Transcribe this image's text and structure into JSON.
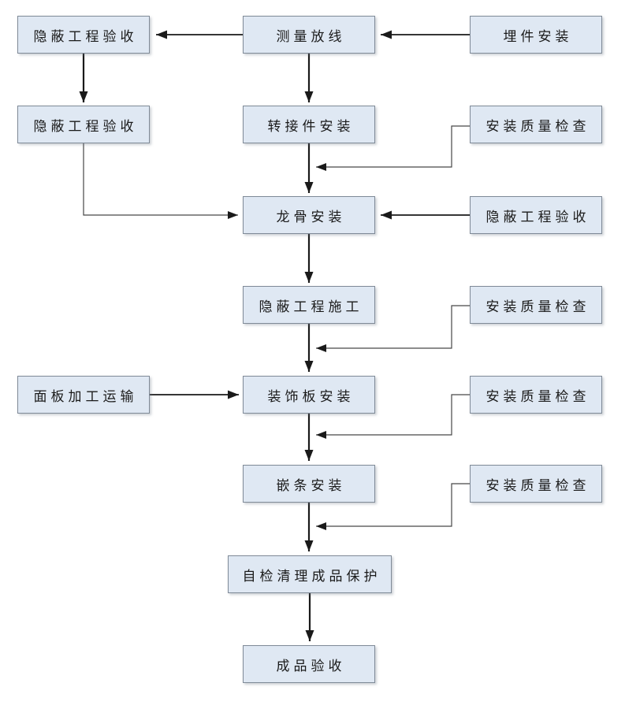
{
  "diagram": {
    "type": "flowchart",
    "language": "zh-CN",
    "background": "#ffffff"
  },
  "colors": {
    "node_fill": "#dfe8f3",
    "node_border": "#7f8a97",
    "node_text": "#1a1a1a",
    "arrow_main": "#1a1a1a",
    "arrow_feedback": "#474747"
  },
  "nodes": [
    {
      "id": 0,
      "label": "隐蔽工程验收"
    },
    {
      "id": 1,
      "label": "测量放线"
    },
    {
      "id": 2,
      "label": "埋件安装"
    },
    {
      "id": 3,
      "label": "隐蔽工程验收"
    },
    {
      "id": 4,
      "label": "转接件安装"
    },
    {
      "id": 5,
      "label": "安装质量检查"
    },
    {
      "id": 6,
      "label": "龙骨安装"
    },
    {
      "id": 7,
      "label": "隐蔽工程验收"
    },
    {
      "id": 8,
      "label": "隐蔽工程施工"
    },
    {
      "id": 9,
      "label": "安装质量检查"
    },
    {
      "id": 10,
      "label": "面板加工运输"
    },
    {
      "id": 11,
      "label": "装饰板安装"
    },
    {
      "id": 12,
      "label": "安装质量检查"
    },
    {
      "id": 13,
      "label": "嵌条安装"
    },
    {
      "id": 14,
      "label": "安装质量检查"
    },
    {
      "id": 15,
      "label": "自检清理成品保护"
    },
    {
      "id": 16,
      "label": "成品验收"
    }
  ],
  "edges": [
    {
      "from": 2,
      "to": 1,
      "style": "straight"
    },
    {
      "from": 1,
      "to": 0,
      "style": "straight"
    },
    {
      "from": 0,
      "to": 3,
      "style": "straight"
    },
    {
      "from": 3,
      "to": 6,
      "style": "elbow"
    },
    {
      "from": 1,
      "to": 4,
      "style": "straight"
    },
    {
      "from": 4,
      "to": 6,
      "style": "straight"
    },
    {
      "from": 5,
      "to": 6,
      "style": "feedback-elbow",
      "note": "joins flow line 转接件安装→龙骨安装"
    },
    {
      "from": 7,
      "to": 6,
      "style": "straight"
    },
    {
      "from": 6,
      "to": 8,
      "style": "straight"
    },
    {
      "from": 8,
      "to": 11,
      "style": "straight"
    },
    {
      "from": 9,
      "to": 11,
      "style": "feedback-elbow",
      "note": "joins flow line 隐蔽工程施工→装饰板安装"
    },
    {
      "from": 10,
      "to": 11,
      "style": "straight"
    },
    {
      "from": 11,
      "to": 13,
      "style": "straight"
    },
    {
      "from": 12,
      "to": 13,
      "style": "feedback-elbow",
      "note": "joins flow line 装饰板安装→嵌条安装"
    },
    {
      "from": 13,
      "to": 15,
      "style": "straight"
    },
    {
      "from": 14,
      "to": 15,
      "style": "feedback-elbow",
      "note": "joins flow line 嵌条安装→自检清理成品保护"
    },
    {
      "from": 15,
      "to": 16,
      "style": "straight"
    }
  ]
}
